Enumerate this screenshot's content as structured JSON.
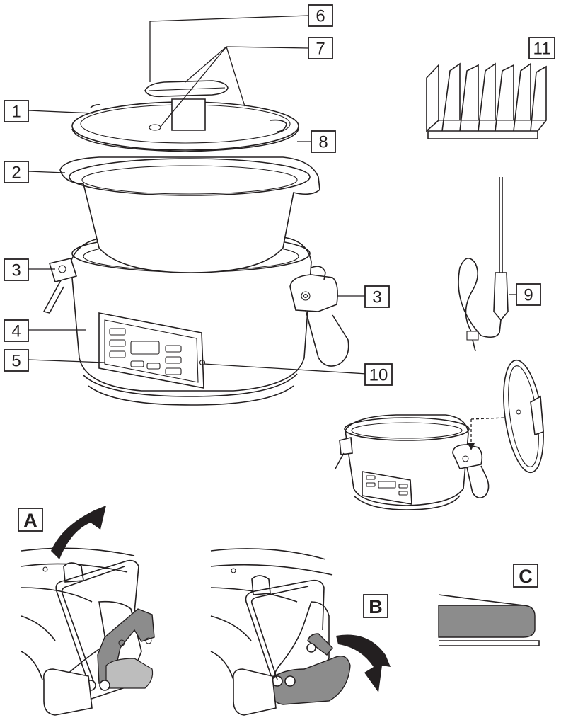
{
  "callouts": [
    {
      "id": "1",
      "text": "1"
    },
    {
      "id": "2",
      "text": "2"
    },
    {
      "id": "3a",
      "text": "3"
    },
    {
      "id": "3b",
      "text": "3"
    },
    {
      "id": "4",
      "text": "4"
    },
    {
      "id": "5",
      "text": "5"
    },
    {
      "id": "6",
      "text": "6"
    },
    {
      "id": "7",
      "text": "7"
    },
    {
      "id": "8",
      "text": "8"
    },
    {
      "id": "9",
      "text": "9"
    },
    {
      "id": "10",
      "text": "10"
    },
    {
      "id": "11",
      "text": "11"
    }
  ],
  "steps": {
    "a": "A",
    "b": "B",
    "c": "C"
  }
}
